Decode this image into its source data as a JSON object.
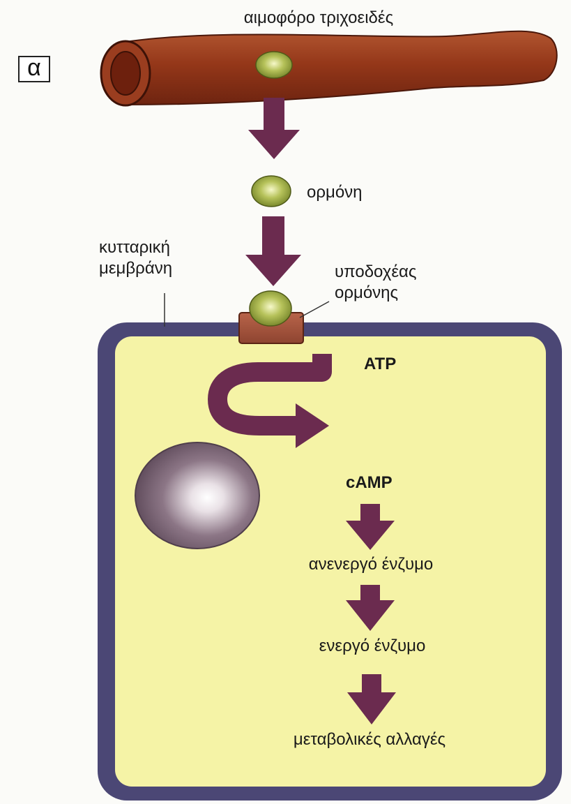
{
  "panel_label": "α",
  "labels": {
    "capillary": "αιμοφόρο τριχοειδές",
    "hormone": "ορμόνη",
    "membrane_line1": "κυτταρική",
    "membrane_line2": "μεμβράνη",
    "receptor_line1": "υποδοχέας",
    "receptor_line2": "ορμόνης",
    "atp": "ATP",
    "camp": "cAMP",
    "inactive_enzyme": "ανενεργό ένζυμο",
    "active_enzyme": "ενεργό ένζυμο",
    "metabolic_changes": "μεταβολικές αλλαγές"
  },
  "colors": {
    "capillary": "#8e3319",
    "capillary_light": "#b7522c",
    "arrow": "#6b2b4f",
    "cytoplasm": "#f5f3a6",
    "membrane": "#4b4775",
    "receptor": "#a8533a",
    "hormone": "#9aa840",
    "nucleus": "#7d6877"
  }
}
